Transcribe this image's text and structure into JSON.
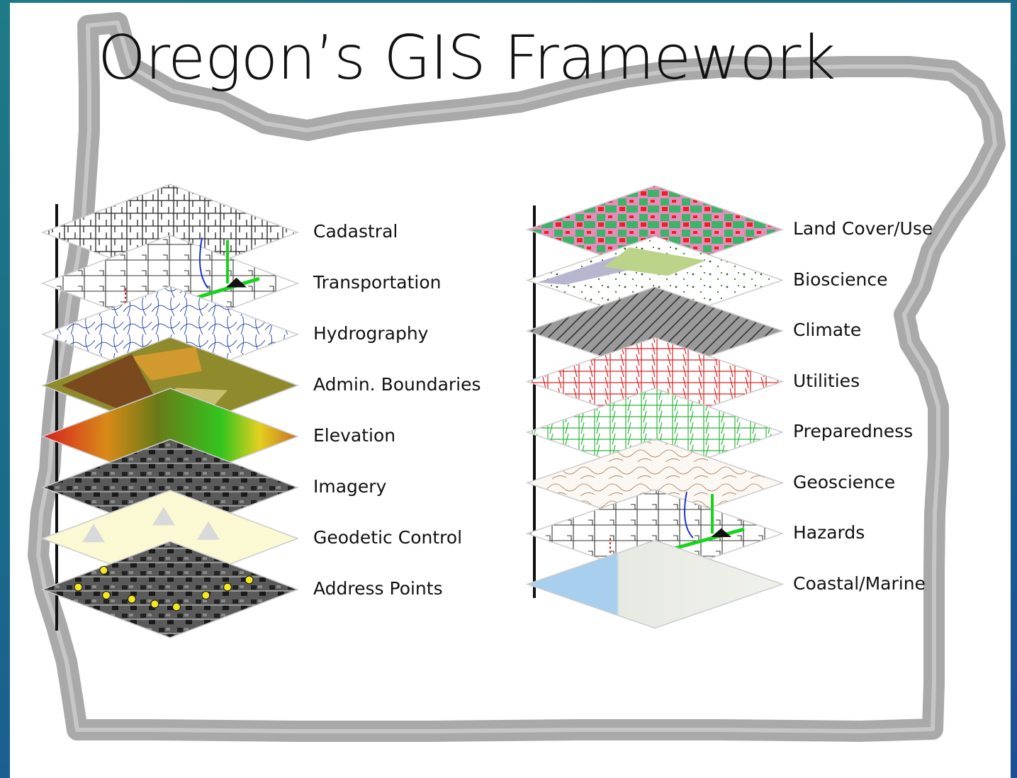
{
  "title": "Oregon’s GIS Framework",
  "left_layers": [
    {
      "label": "Cadastral",
      "style": "cadastral"
    },
    {
      "label": "Transportation",
      "style": "transport"
    },
    {
      "label": "Hydrography",
      "style": "hydro"
    },
    {
      "label": "Admin. Boundaries",
      "style": "admin"
    },
    {
      "label": "Elevation",
      "style": "elevation"
    },
    {
      "label": "Imagery",
      "style": "imagery"
    },
    {
      "label": "Geodetic Control",
      "style": "geodetic"
    },
    {
      "label": "Address Points",
      "style": "address"
    }
  ],
  "right_layers": [
    {
      "label": "Land Cover/Use",
      "style": "landcover"
    },
    {
      "label": "Bioscience",
      "style": "bio"
    },
    {
      "label": "Climate",
      "style": "climate"
    },
    {
      "label": "Utilities",
      "style": "utilities"
    },
    {
      "label": "Preparedness",
      "style": "prepared"
    },
    {
      "label": "Geoscience",
      "style": "geo"
    },
    {
      "label": "Hazards",
      "style": "transport"
    },
    {
      "label": "Coastal/Marine",
      "style": "coastal"
    }
  ],
  "colors": {
    "outline": "#a9a9a9",
    "background_top": "#1e7a86",
    "background_bottom": "#1c4f96"
  }
}
